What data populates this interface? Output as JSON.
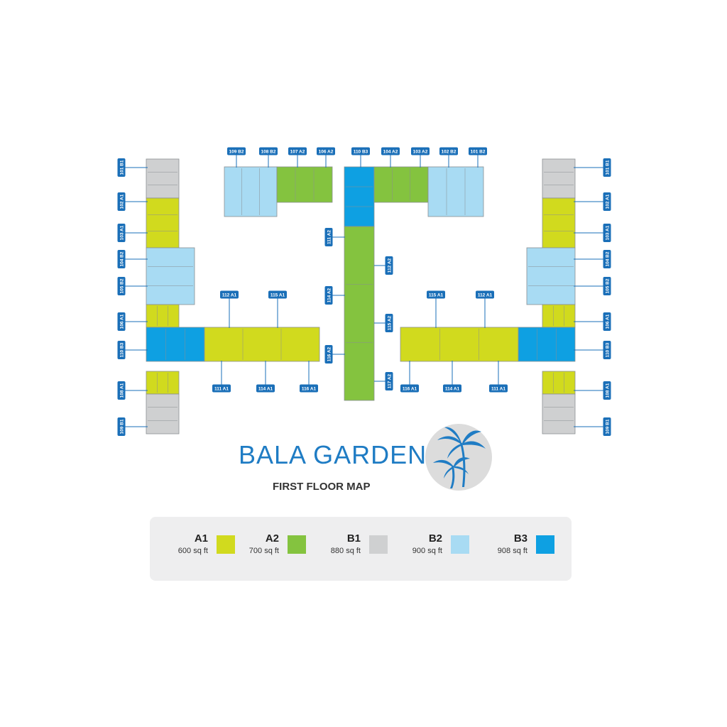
{
  "title": "BALA GARDENS",
  "subtitle": "FIRST FLOOR MAP",
  "colors": {
    "A1": "#d1da1e",
    "A2": "#84c33f",
    "B1": "#cfd0d1",
    "B2": "#a8dbf3",
    "B3": "#0ea0e2",
    "tag": "#1a6fb8"
  },
  "legend": [
    {
      "code": "A1",
      "area": "600 sq ft",
      "color": "#d1da1e"
    },
    {
      "code": "A2",
      "area": "700 sq ft",
      "color": "#84c33f"
    },
    {
      "code": "B1",
      "area": "880 sq ft",
      "color": "#cfd0d1"
    },
    {
      "code": "B2",
      "area": "900 sq ft",
      "color": "#a8dbf3"
    },
    {
      "code": "B3",
      "area": "908 sq ft",
      "color": "#0ea0e2"
    }
  ],
  "unit_labels": {
    "top_left_wing": [
      "109 B2",
      "108 B2",
      "107 A2",
      "106 A2"
    ],
    "top_right_wing": [
      "110 B3",
      "104 A2",
      "103 A2",
      "102 B2",
      "101 B2"
    ],
    "left_tower": [
      "101 B1",
      "102 A1",
      "103 A1",
      "104 B2",
      "105 B2",
      "106 A1",
      "110 B3",
      "108 A1",
      "109 B1"
    ],
    "right_tower": [
      "101 B1",
      "102 A1",
      "103 A1",
      "104 B2",
      "105 B2",
      "106 A1",
      "110 B3",
      "108 A1",
      "109 B1"
    ],
    "left_wing_top": [
      "112 A1",
      "115 A1"
    ],
    "left_wing_bottom": [
      "111 A1",
      "114 A1",
      "116 A1"
    ],
    "right_wing_top": [
      "115 A1",
      "112 A1"
    ],
    "right_wing_bottom": [
      "116 A1",
      "114 A1",
      "111 A1"
    ],
    "center_spine_left": [
      "111 A2",
      "114 A2",
      "116 A2"
    ],
    "center_spine_right": [
      "112 A2",
      "115 A2",
      "117 A2"
    ]
  }
}
